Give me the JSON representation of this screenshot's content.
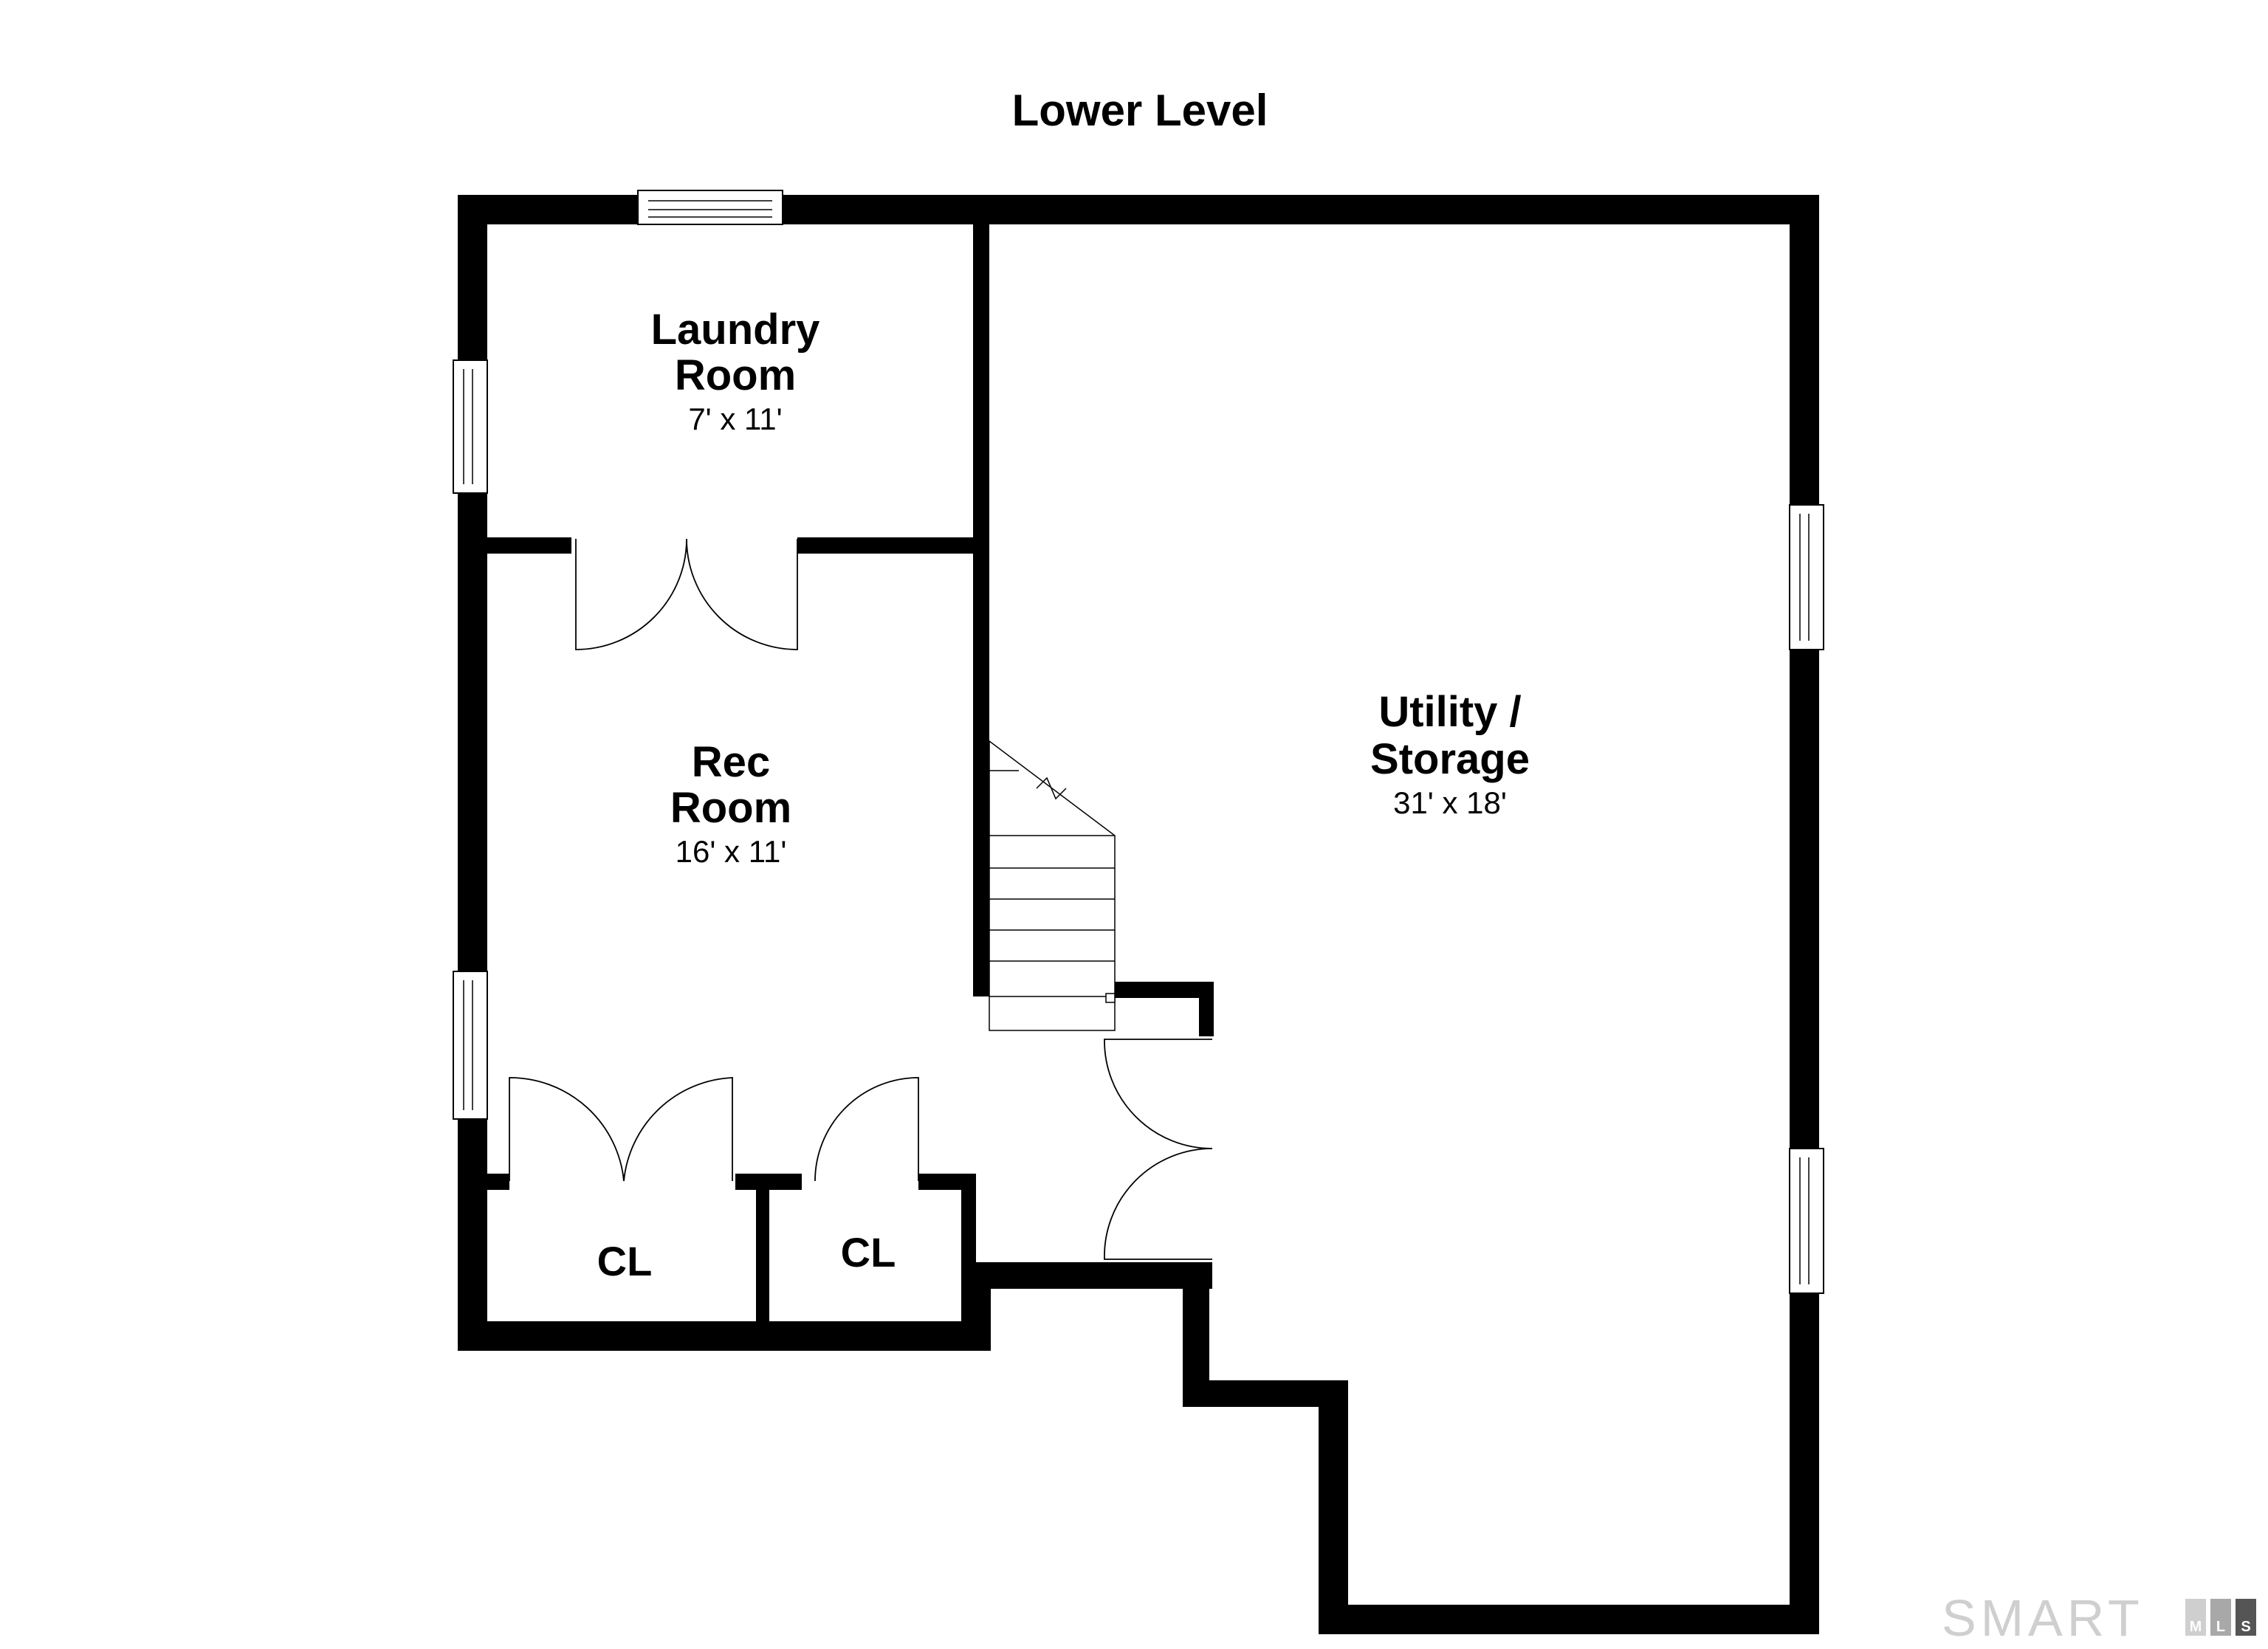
{
  "title": "Lower Level",
  "rooms": [
    {
      "id": "laundry",
      "name_line1": "Laundry",
      "name_line2": "Room",
      "dimensions": "7' x 11'"
    },
    {
      "id": "rec",
      "name_line1": "Rec",
      "name_line2": "Room",
      "dimensions": "16' x 11'"
    },
    {
      "id": "utility",
      "name_line1": "Utility /",
      "name_line2": "Storage",
      "dimensions": "31' x 18'"
    },
    {
      "id": "closet1",
      "name_line1": "CL"
    },
    {
      "id": "closet2",
      "name_line1": "CL"
    }
  ],
  "watermark": {
    "text": "SMART",
    "letters": [
      "M",
      "L",
      "S"
    ]
  },
  "colors": {
    "wall": "#000000",
    "background": "#ffffff",
    "watermark": "#cfcfcf"
  }
}
